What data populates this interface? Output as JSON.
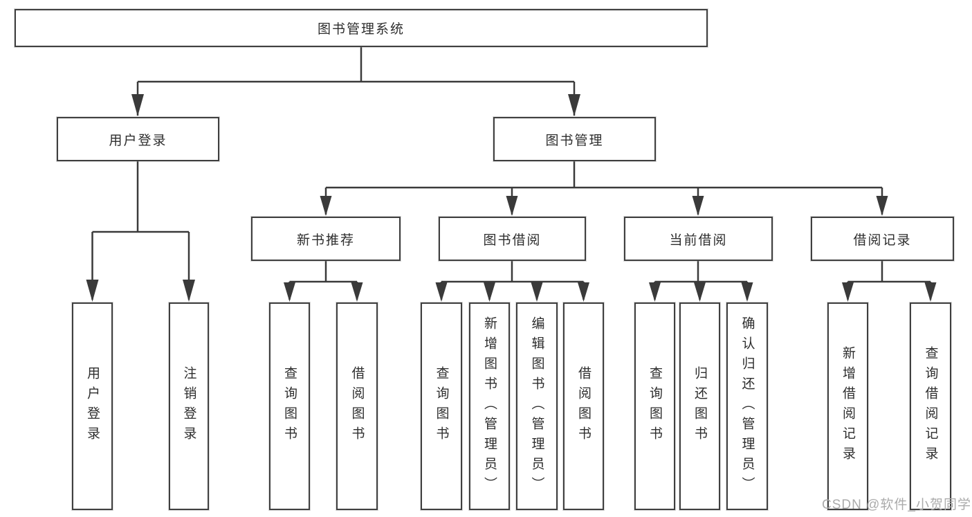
{
  "diagram": {
    "root": {
      "label": "图书管理系统"
    },
    "level2": [
      {
        "label": "用户登录"
      },
      {
        "label": "图书管理"
      }
    ],
    "level3": [
      {
        "label": "新书推荐"
      },
      {
        "label": "图书借阅"
      },
      {
        "label": "当前借阅"
      },
      {
        "label": "借阅记录"
      }
    ],
    "leaves": {
      "login": [
        "用户登录",
        "注销登录"
      ],
      "newbook": [
        "查询图书",
        "借阅图书"
      ],
      "borrow": [
        "查询图书",
        "新增图书（管理员）",
        "编辑图书（管理员）",
        "借阅图书"
      ],
      "current": [
        "查询图书",
        "归还图书",
        "确认归还（管理员）"
      ],
      "records": [
        "新增借阅记录",
        "查询借阅记录"
      ]
    },
    "watermark": "CSDN @软件_小贺同学",
    "colors": {
      "line": "#3a3a3a",
      "border": "#3f3f3f",
      "text": "#2d2d2d",
      "watermark": "#ababab",
      "background": "#ffffff"
    }
  }
}
